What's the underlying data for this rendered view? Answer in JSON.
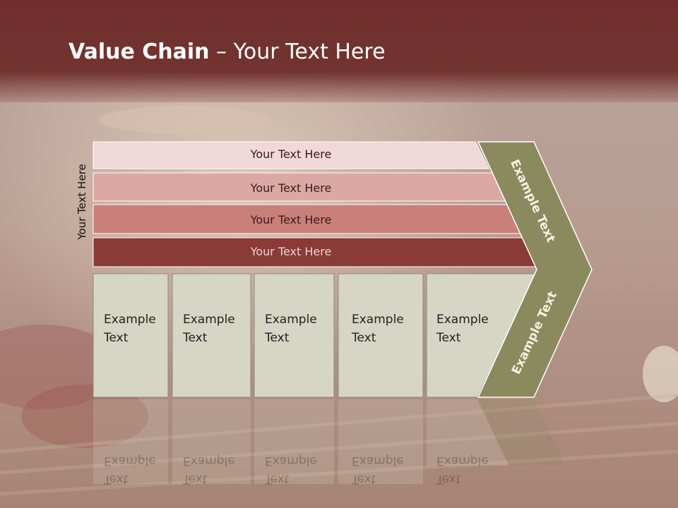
{
  "slide": {
    "title_bold": "Value Chain",
    "title_rest": " – Your Text Here",
    "vertical_label": "Your Text Here"
  },
  "bars": [
    {
      "label": "Your Text Here",
      "color": "#f0d9d8"
    },
    {
      "label": "Your Text Here",
      "color": "#dca8a4"
    },
    {
      "label": "Your Text Here",
      "color": "#c9807a"
    },
    {
      "label": "Your Text Here",
      "color": "#8a3a37"
    }
  ],
  "boxes": [
    {
      "line1": "Example",
      "line2": "Text"
    },
    {
      "line1": "Example",
      "line2": "Text"
    },
    {
      "line1": "Example",
      "line2": "Text"
    },
    {
      "line1": "Example",
      "line2": "Text"
    },
    {
      "line1": "Example",
      "line2": "Text"
    }
  ],
  "chevron": {
    "top_label": "Example Text",
    "bottom_label": "Example Text",
    "color": "#8a8a5e"
  },
  "colors": {
    "header": "#733430",
    "box_fill": "#d6d6c4"
  }
}
